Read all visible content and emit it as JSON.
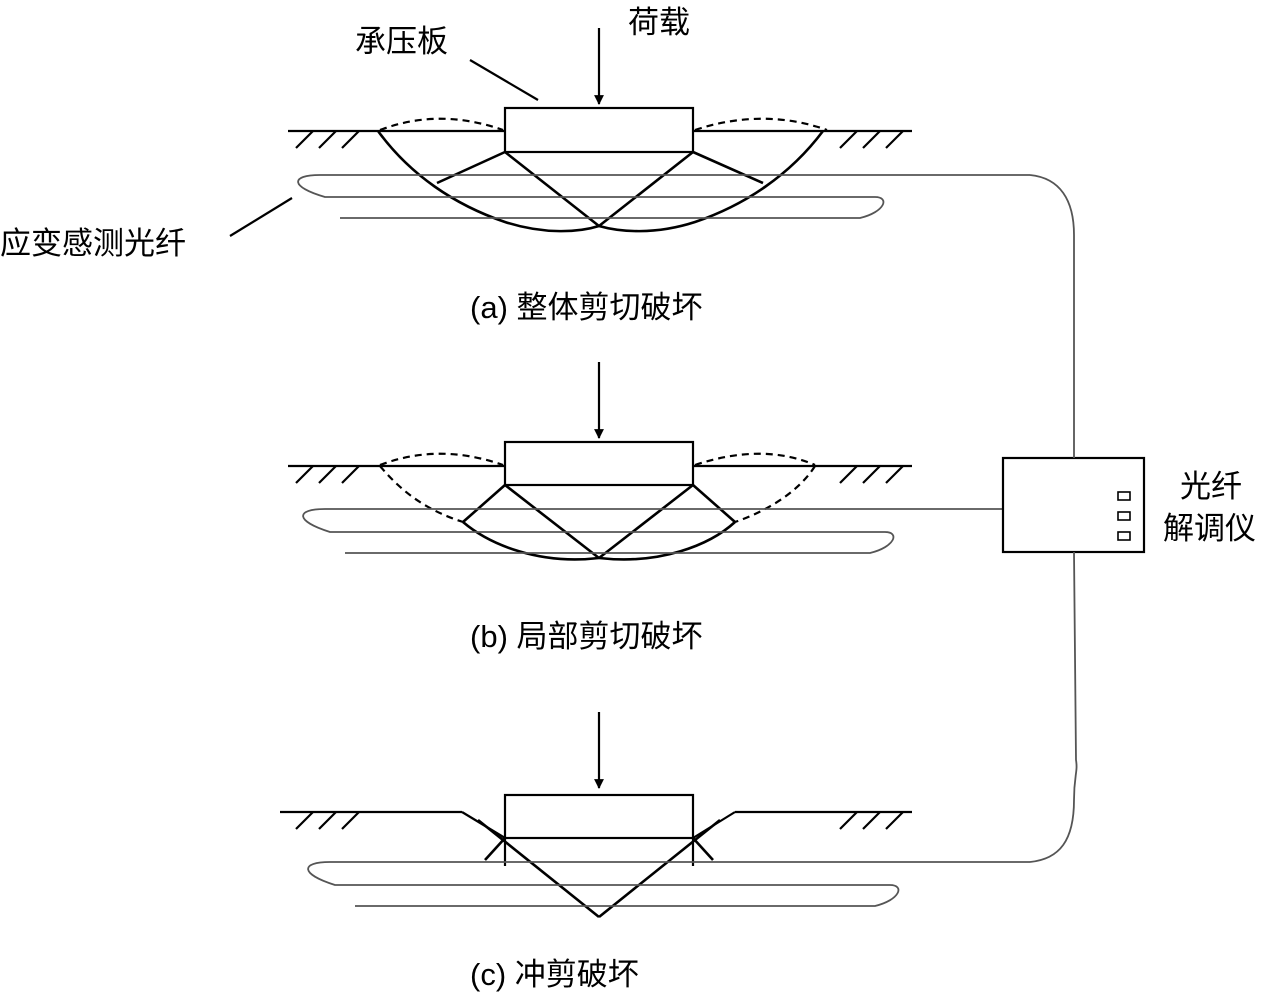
{
  "labels": {
    "load": "荷载",
    "bearing_plate": "承压板",
    "strain_fiber": "应变感测光纤",
    "demodulator_line1": "光纤",
    "demodulator_line2": "解调仪"
  },
  "captions": {
    "a": "(a) 整体剪切破坏",
    "b": "(b) 局部剪切破坏",
    "c": "(c) 冲剪破坏"
  }
}
